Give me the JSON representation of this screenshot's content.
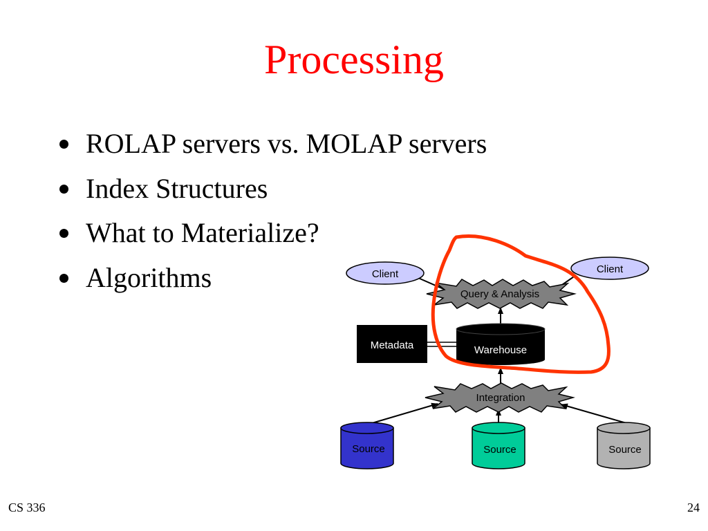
{
  "slide": {
    "title": "Processing",
    "bullets": [
      "ROLAP servers vs. MOLAP servers",
      "Index Structures",
      "What to Materialize?",
      "Algorithms"
    ],
    "footer_left": "CS 336",
    "page_number": "24"
  },
  "diagram": {
    "client_left": "Client",
    "client_right": "Client",
    "query_analysis": "Query & Analysis",
    "metadata": "Metadata",
    "warehouse": "Warehouse",
    "integration": "Integration",
    "source_1": "Source",
    "source_2": "Source",
    "source_3": "Source",
    "colors": {
      "title": "#ff0000",
      "client_fill": "#ccccff",
      "burst_fill": "#808080",
      "source_1": "#3333cc",
      "source_2": "#00cc99",
      "source_3": "#b2b2b2",
      "highlight": "#ff3300"
    }
  }
}
